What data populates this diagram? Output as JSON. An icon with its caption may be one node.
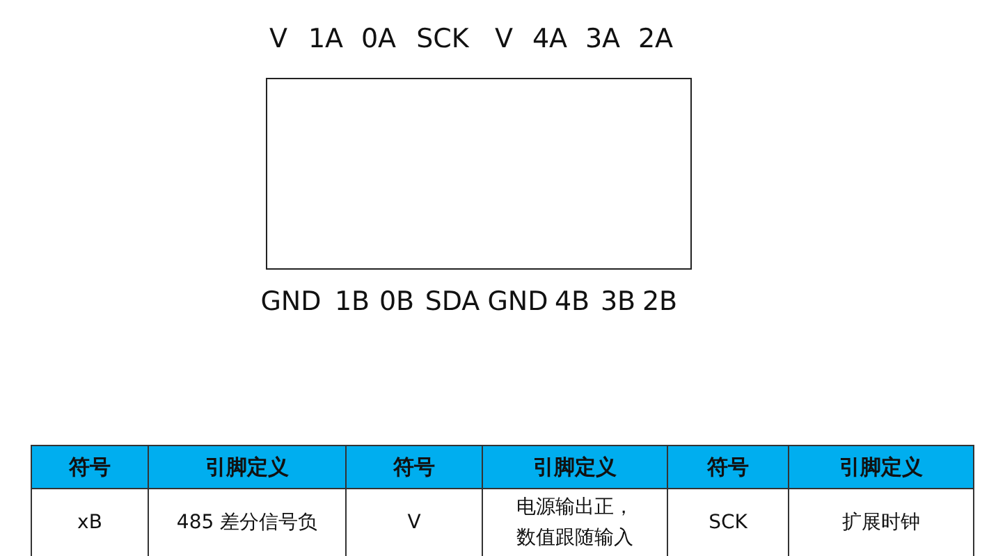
{
  "diagram": {
    "nodes": [
      {
        "text": [],
        "shape": "box"
      }
    ],
    "labels": [
      "V",
      "1A",
      "0A",
      "SCK",
      "V",
      "4A",
      "3A",
      "2A",
      "GND",
      "1B",
      "0B",
      "SDA",
      "GND",
      "4B",
      "3B",
      "2B",
      "符号",
      "引脚定义",
      "符号",
      "引脚定义",
      "符号",
      "引脚定义",
      "xB",
      "485 差分信号负",
      "V",
      "电源输出正，数值跟随输入",
      "SCK",
      "扩展时钟"
    ]
  }
}
